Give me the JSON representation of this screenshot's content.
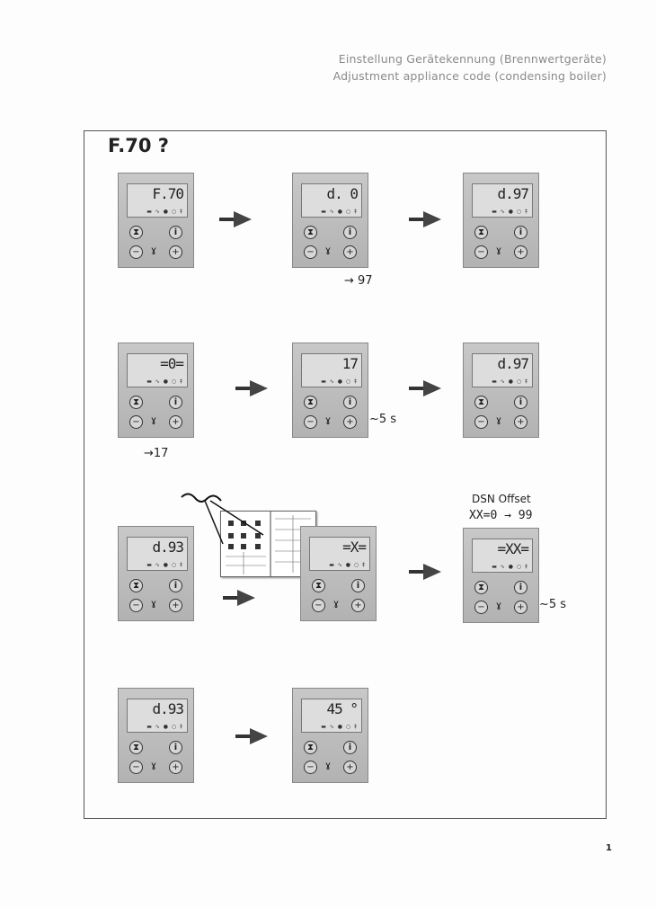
{
  "header": {
    "line_de": "Einstellung Gerätekennung (Brennwertgeräte)",
    "line_en": "Adjustment appliance code (condensing boiler)"
  },
  "title": "F.70 ?",
  "button_symbols": {
    "menu": "⧗",
    "info": "i",
    "minus": "−",
    "plus": "+",
    "service": "ɣ"
  },
  "display_symbols": "▬ ∿ ● ○ ‡",
  "panels": [
    {
      "display": "F.70"
    },
    {
      "display": "d. 0"
    },
    {
      "display": "d.97"
    },
    {
      "display": "=0="
    },
    {
      "display": "17"
    },
    {
      "display": "d.97"
    },
    {
      "display": "d.93"
    },
    {
      "display": "=X="
    },
    {
      "display": "=XX="
    },
    {
      "display": "d.93"
    },
    {
      "display": "45 °"
    }
  ],
  "notes": {
    "step2": "→ 97",
    "step4": "→17",
    "step5": "~5 s",
    "dsn_title": "DSN Offset",
    "dsn_range": "XX=0 → 99",
    "step9": "~5 s"
  },
  "page_number": "1"
}
